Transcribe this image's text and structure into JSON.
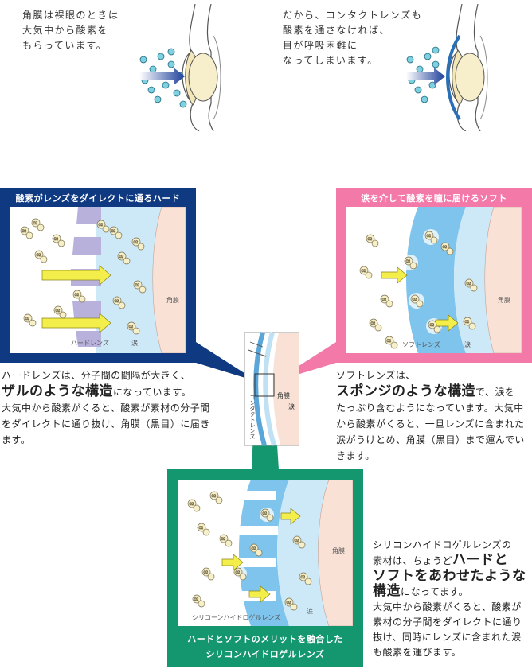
{
  "top": {
    "left_text": "角膜は裸眼のときは\n大気中から酸素を\nもらっています。",
    "right_text": "だから、コンタクトレンズも\n酸素を通さなければ、\n目が呼吸困難に\nなってしまいます。"
  },
  "hard": {
    "title": "酸素がレンズをダイレクトに通るハード",
    "lens_label": "ハードレンズ",
    "tear_label": "涙",
    "cornea_label": "角膜",
    "color": "#0f3a82",
    "desc_line1": "ハードレンズは、分子間の間隔が大きく、",
    "desc_big": "ザルのような構造",
    "desc_after_big": "になっています。",
    "desc_rest": "大気中から酸素がくると、酸素が素材の分子間をダイレクトに通り抜け、角膜（黒目）に届きます。"
  },
  "soft": {
    "title": "涙を介して酸素を瞳に届けるソフト",
    "lens_label": "ソフトレンズ",
    "tear_label": "涙",
    "cornea_label": "角膜",
    "color": "#f279a8",
    "desc_line1": "ソフトレンズは、",
    "desc_big": "スポンジのような構造",
    "desc_after_big": "で、涙を",
    "desc_rest": "たっぷり含むようになっています。大気中から酸素がくると、一旦レンズに含まれた涙がうけとめ、角膜（黒目）まで運んでいきます。"
  },
  "silicone": {
    "title_line1": "ハードとソフトのメリットを融合した",
    "title_line2": "シリコンハイドロゲルレンズ",
    "lens_label": "シリコーンハイドロゲルレンズ",
    "tear_label": "涙",
    "cornea_label": "角膜",
    "color": "#14966e",
    "desc_line1": "シリコンハイドロゲルレンズの",
    "desc_line2": "素材は、ちょうど",
    "desc_big1": "ハードと",
    "desc_big2": "ソフトをあわせたような",
    "desc_big3": "構造",
    "desc_after_big": "になってます。",
    "desc_rest": "大気中から酸素がくると、酸素が素材の分子間をダイレクトに通り抜け、同時にレンズに含まれた涙も酸素を運びます。"
  },
  "center": {
    "contact_label": "コンタクトレンズ",
    "cornea_label": "角膜",
    "tear_label": "涙"
  },
  "molecule_label": "O2"
}
